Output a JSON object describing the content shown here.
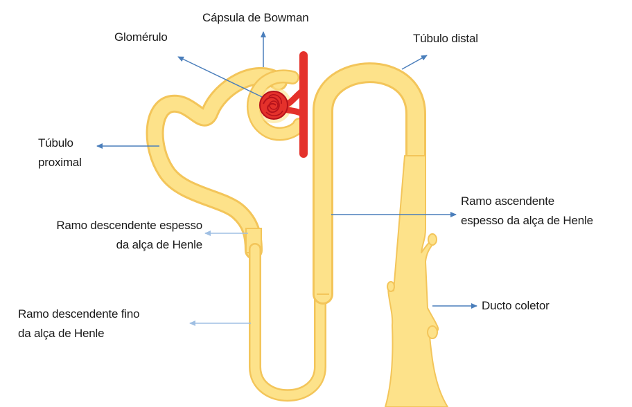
{
  "labels": {
    "glomerulo": "Glomérulo",
    "capsula": "Cápsula de Bowman",
    "tubulo_distal": "Túbulo distal",
    "tubulo_proximal_1": "Túbulo",
    "tubulo_proximal_2": "proximal",
    "ramo_desc_espesso_1": "Ramo descendente espesso",
    "ramo_desc_espesso_2": "da alça de Henle",
    "ramo_asc_espesso_1": "Ramo ascendente",
    "ramo_asc_espesso_2": "espesso da alça de Henle",
    "ramo_desc_fino_1": "Ramo descendente fino",
    "ramo_desc_fino_2": "da alça de Henle",
    "ducto_coletor": "Ducto coletor"
  },
  "colors": {
    "tubule_fill": "#fde28a",
    "tubule_edge": "#f3c55a",
    "vessel_red": "#e4312b",
    "glomerulus_dark": "#b5121b",
    "arrow_blue": "#4a7ebb",
    "arrow_light_blue": "#9fbfe3"
  }
}
